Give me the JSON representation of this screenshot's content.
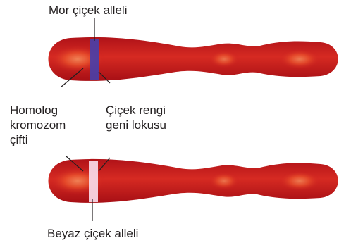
{
  "labels": {
    "purple_allele": "Mor çiçek alleli",
    "homologous_pair": [
      "Homolog",
      "kromozom",
      "çifti"
    ],
    "gene_locus": [
      "Çiçek rengi",
      "geni lokusu"
    ],
    "white_allele": "Beyaz çiçek alleli"
  },
  "colors": {
    "chromosome": "#c8191e",
    "chromosome_highlight": "#f26a3a",
    "purple_band": "#4a3fa8",
    "white_band": "#f7d6e4",
    "leader_line": "#231f20",
    "text": "#231f20"
  }
}
